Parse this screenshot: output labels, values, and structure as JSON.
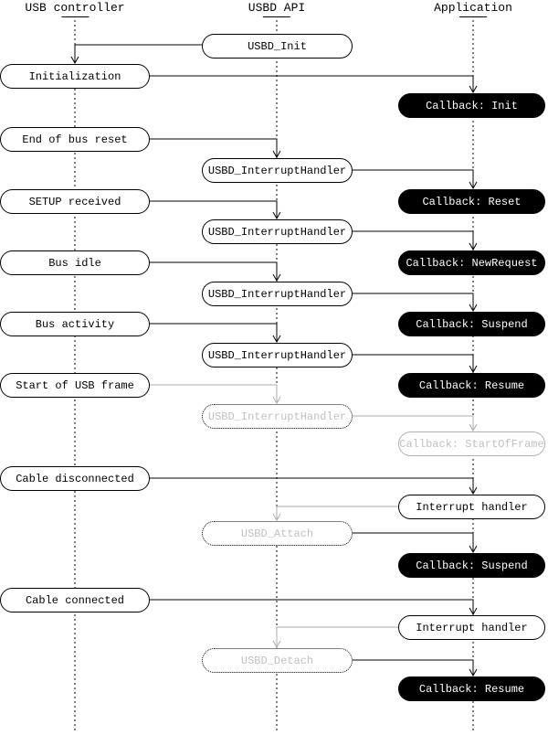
{
  "diagram": {
    "columns": [
      {
        "id": "usb-controller",
        "label": "USB controller"
      },
      {
        "id": "usbd-api",
        "label": "USBD API"
      },
      {
        "id": "application",
        "label": "Application"
      }
    ],
    "nodes": [
      {
        "label": "USBD_Init",
        "column": "usbd-api",
        "style": "plain"
      },
      {
        "label": "Initialization",
        "column": "usb-controller",
        "style": "plain"
      },
      {
        "label": "Callback: Init",
        "column": "application",
        "style": "callback"
      },
      {
        "label": "End of bus reset",
        "column": "usb-controller",
        "style": "plain"
      },
      {
        "label": "USBD_InterruptHandler",
        "column": "usbd-api",
        "style": "plain"
      },
      {
        "label": "Callback: Reset",
        "column": "application",
        "style": "callback"
      },
      {
        "label": "SETUP received",
        "column": "usb-controller",
        "style": "plain"
      },
      {
        "label": "USBD_InterruptHandler",
        "column": "usbd-api",
        "style": "plain"
      },
      {
        "label": "Callback: NewRequest",
        "column": "application",
        "style": "callback"
      },
      {
        "label": "Bus idle",
        "column": "usb-controller",
        "style": "plain"
      },
      {
        "label": "USBD_InterruptHandler",
        "column": "usbd-api",
        "style": "plain"
      },
      {
        "label": "Callback: Suspend",
        "column": "application",
        "style": "callback"
      },
      {
        "label": "Bus activity",
        "column": "usb-controller",
        "style": "plain"
      },
      {
        "label": "USBD_InterruptHandler",
        "column": "usbd-api",
        "style": "plain"
      },
      {
        "label": "Callback: Resume",
        "column": "application",
        "style": "callback"
      },
      {
        "label": "Start of USB frame",
        "column": "usb-controller",
        "style": "plain"
      },
      {
        "label": "USBD_InterruptHandler",
        "column": "usbd-api",
        "style": "muted-dotted"
      },
      {
        "label": "Callback: StartOfFrame",
        "column": "application",
        "style": "muted-solid"
      },
      {
        "label": "Cable disconnected",
        "column": "usb-controller",
        "style": "plain"
      },
      {
        "label": "Interrupt handler",
        "column": "application",
        "style": "plain"
      },
      {
        "label": "USBD_Attach",
        "column": "usbd-api",
        "style": "muted-dotted"
      },
      {
        "label": "Callback: Suspend",
        "column": "application",
        "style": "callback"
      },
      {
        "label": "Cable connected",
        "column": "usb-controller",
        "style": "plain"
      },
      {
        "label": "Interrupt handler",
        "column": "application",
        "style": "plain"
      },
      {
        "label": "USBD_Detach",
        "column": "usbd-api",
        "style": "muted-dotted"
      },
      {
        "label": "Callback: Resume",
        "column": "application",
        "style": "callback"
      }
    ],
    "colors": {
      "line_black": "#000000",
      "line_muted": "#ababab",
      "text_muted": "#c0c0c0",
      "callback_bg": "#000000",
      "callback_text": "#ffffff"
    }
  }
}
